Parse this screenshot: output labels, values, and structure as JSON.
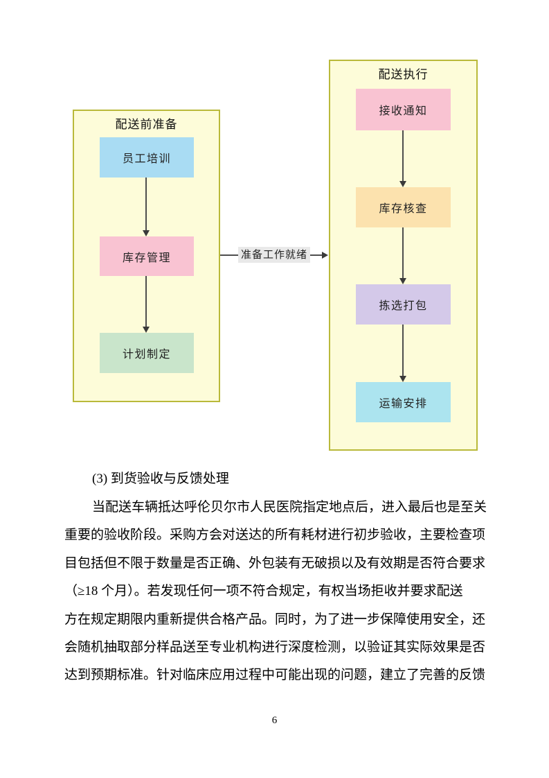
{
  "diagram": {
    "left_group": {
      "title": "配送前准备",
      "nodes": [
        {
          "label": "员工培训",
          "color": "#a9dcf3"
        },
        {
          "label": "库存管理",
          "color": "#f9c3d2"
        },
        {
          "label": "计划制定",
          "color": "#c9e5cb"
        }
      ]
    },
    "right_group": {
      "title": "配送执行",
      "nodes": [
        {
          "label": "接收通知",
          "color": "#f9c3d2"
        },
        {
          "label": "库存核查",
          "color": "#fce2ae"
        },
        {
          "label": "拣选打包",
          "color": "#d4c9e9"
        },
        {
          "label": "运输安排",
          "color": "#ace4ef"
        }
      ]
    },
    "connector": {
      "label": "准备工作就绪",
      "label_bg": "#e9e9e9"
    },
    "colors": {
      "group_fill": "#fdfcd9",
      "group_border": "#b9b93a"
    }
  },
  "body": {
    "heading": "(3) 到货验收与反馈处理",
    "paragraph_lines": [
      "当配送车辆抵达呼伦贝尔市人民医院指定地点后，进入最后也是至关",
      "重要的验收阶段。采购方会对送达的所有耗材进行初步验收，主要检查项",
      "目包括但不限于数量是否正确、外包装有无破损以及有效期是否符合要求",
      "（≥18 个月）。若发现任何一项不符合规定，有权当场拒收并要求配送",
      "方在规定期限内重新提供合格产品。同时，为了进一步保障使用安全，还",
      "会随机抽取部分样品送至专业机构进行深度检测，以验证其实际效果是否",
      "达到预期标准。针对临床应用过程中可能出现的问题，建立了完善的反馈"
    ]
  },
  "footer": {
    "page_number": "6"
  }
}
